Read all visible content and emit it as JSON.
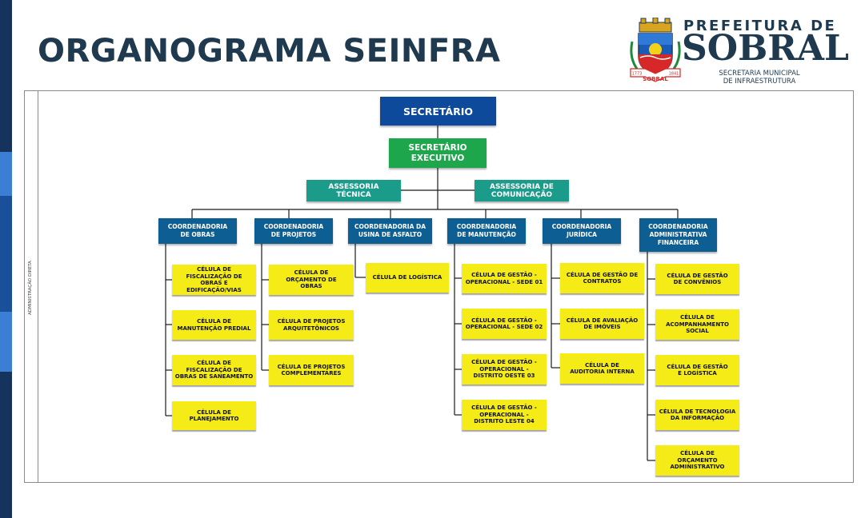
{
  "title": "ORGANOGRAMA SEINFRA",
  "logo": {
    "prefeitura": "PREFEITURA DE",
    "city": "SOBRAL",
    "subtitle_line1": "SECRETARIA MUNICIPAL",
    "subtitle_line2": "DE INFRAESTRUTURA",
    "crest_banner": "SOBRAL",
    "crest_year_left": "1773",
    "crest_year_right": "1841"
  },
  "side_label": "ADMINISTRAÇÃO DIRETA",
  "colors": {
    "secretario": "#0e4a9c",
    "executivo": "#1ea64c",
    "assessoria": "#1b9b8a",
    "coordenadoria": "#0d5f93",
    "celula": "#f5eb17",
    "strip_dark": "#15335c",
    "strip_light": "#3a7fd5"
  },
  "org": {
    "secretario": "SECRETÁRIO",
    "executivo": "SECRETÁRIO EXECUTIVO",
    "assessorias": [
      "ASSESSORIA TÉCNICA",
      "ASSESSORIA DE COMUNICAÇÃO"
    ],
    "coordenadorias": [
      {
        "name": "COORDENADORIA DE OBRAS",
        "cells": [
          "CÉLULA DE FISCALIZAÇÃO DE OBRAS E EDIFICAÇÃO/VIAS",
          "CÉLULA DE MANUTENÇÃO PREDIAL",
          "CÉLULA DE FISCALIZAÇÃO DE OBRAS DE SANEAMENTO",
          "CÉLULA DE PLANEJAMENTO"
        ]
      },
      {
        "name": "COORDENADORIA DE PROJETOS",
        "cells": [
          "CÉLULA DE ORÇAMENTO DE OBRAS",
          "CÉLULA DE PROJETOS ARQUITETÔNICOS",
          "CÉLULA DE PROJETOS COMPLEMENTARES"
        ]
      },
      {
        "name": "COORDENADORIA DA USINA DE ASFALTO",
        "cells": [
          "CÉLULA DE LOGÍSTICA"
        ]
      },
      {
        "name": "COORDENADORIA DE MANUTENÇÃO",
        "cells": [
          "CÉLULA DE GESTÃO - OPERACIONAL - SEDE 01",
          "CÉLULA DE GESTÃO - OPERACIONAL - SEDE 02",
          "CÉLULA DE GESTÃO - OPERACIONAL - DISTRITO OESTE 03",
          "CÉLULA DE GESTÃO - OPERACIONAL - DISTRITO LESTE 04"
        ]
      },
      {
        "name": "COORDENADORIA JURÍDICA",
        "cells": [
          "CÉLULA DE GESTÃO DE CONTRATOS",
          "CÉLULA DE AVALIAÇÃO DE IMÓVEIS",
          "CÉLULA DE AUDITORIA INTERNA"
        ]
      },
      {
        "name": "COORDENADORIA ADMINISTRATIVA FINANCEIRA",
        "cells": [
          "CÉLULA DE GESTÃO DE CONVÊNIOS",
          "CÉLULA DE ACOMPANHAMENTO SOCIAL",
          "CÉLULA DE GESTÃO E LOGÍSTICA",
          "CÉLULA DE TECNOLOGIA DA INFORMAÇÃO",
          "CÉLULA DE ORÇAMENTO ADMINISTRATIVO"
        ]
      }
    ]
  }
}
